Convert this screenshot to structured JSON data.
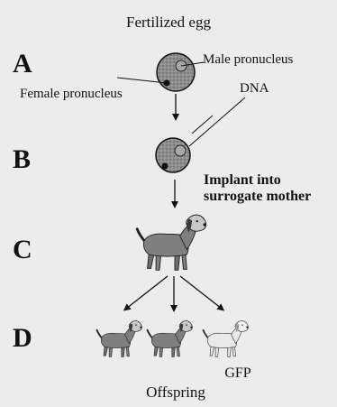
{
  "diagram": {
    "title": "Fertilized egg",
    "steps": {
      "a": "A",
      "b": "B",
      "c": "C",
      "d": "D"
    },
    "labels": {
      "male_pronucleus": "Male pronucleus",
      "female_pronucleus": "Female pronucleus",
      "dna": "DNA",
      "implant_line1": "Implant into",
      "implant_line2": "surrogate mother",
      "gfp": "GFP",
      "offspring": "Offspring"
    },
    "colors": {
      "background": "#ececec",
      "egg_fill": "#8a8a8a",
      "dog_body": "#7f7f7f",
      "dog_face": "#c8c8c8",
      "gfp_dog": "#e6e6e6",
      "outline": "#111111"
    }
  }
}
